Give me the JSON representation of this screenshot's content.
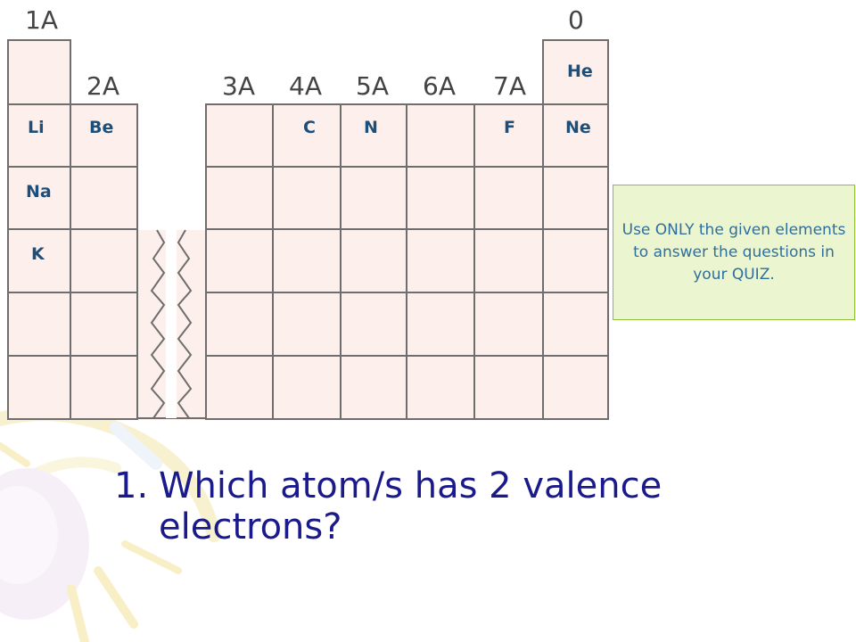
{
  "group_labels": {
    "g1": "1A",
    "g2": "2A",
    "g3": "3A",
    "g4": "4A",
    "g5": "5A",
    "g6": "6A",
    "g7": "7A",
    "g8": "0"
  },
  "elements": {
    "he": "He",
    "li": "Li",
    "be": "Be",
    "c": "C",
    "n": "N",
    "f": "F",
    "ne": "Ne",
    "na": "Na",
    "k": "K"
  },
  "note": {
    "text": "Use ONLY the  given elements to answer the questions in your QUIZ."
  },
  "question": {
    "number": "1.",
    "text": "Which atom/s has 2 valence electrons?"
  },
  "colors": {
    "cell_fill": "#fdf0ec",
    "cell_border": "#6e6e6e",
    "symbol": "#1f4e79",
    "note_fill": "#ebf5d0",
    "note_border": "#8fbf3a",
    "note_text": "#2e6f9e",
    "question_text": "#1a1a8c"
  }
}
